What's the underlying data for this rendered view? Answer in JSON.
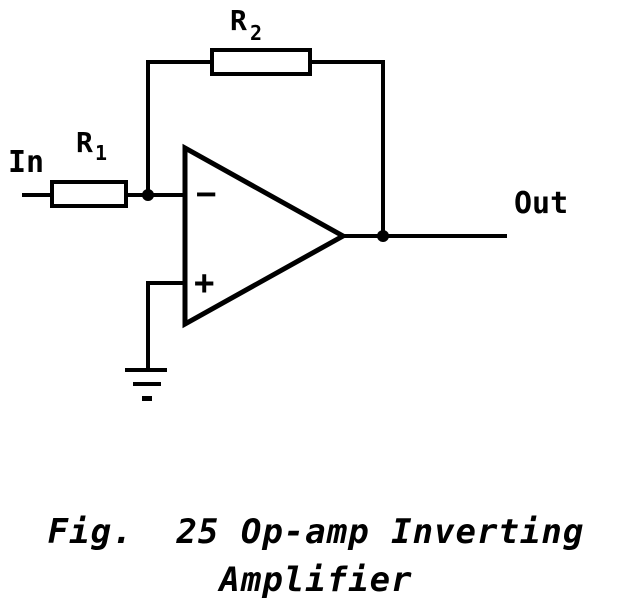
{
  "diagram": {
    "labels": {
      "input": "In",
      "output": "Out",
      "r1_letter": "R",
      "r1_sub": "1",
      "r2_letter": "R",
      "r2_sub": "2",
      "inverting_pin": "−",
      "noninverting_pin": "+"
    },
    "caption": {
      "line1": "Fig.  25 Op-amp Inverting",
      "line2": "Amplifier"
    }
  }
}
